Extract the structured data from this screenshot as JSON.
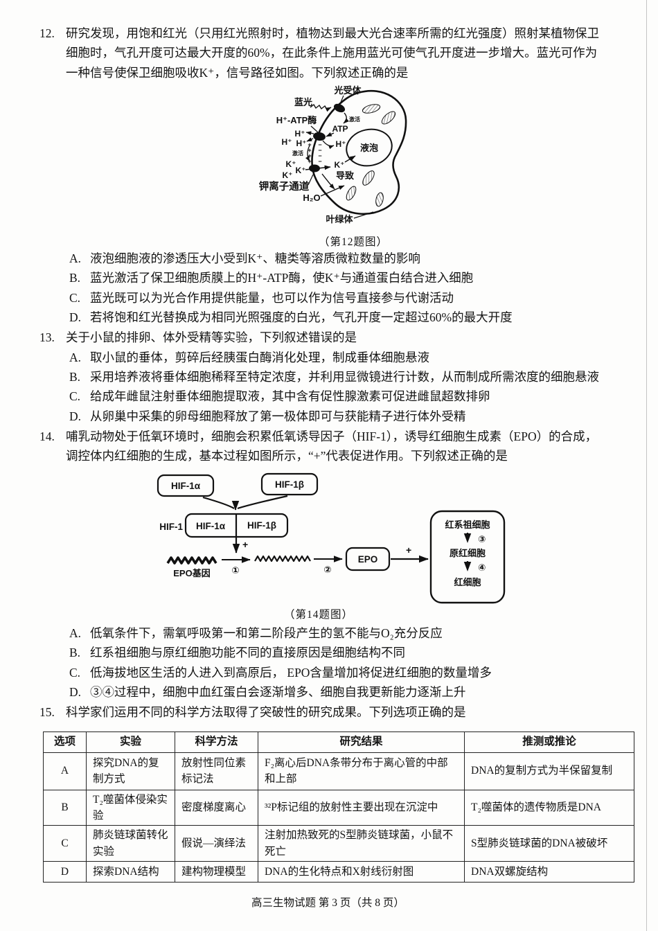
{
  "page": {
    "footer": "高三生物试题 第 3 页（共 8 页）"
  },
  "q12": {
    "number": "12.",
    "stem": "研究发现，用饱和红光（只用红光照射时，植物达到最大光合速率所需的红光强度）照射某植物保卫细胞时，气孔开度可达最大开度的60%，在此条件上施用蓝光可使气孔开度进一步增大。蓝光可作为一种信号使保卫细胞吸收K⁺，信号路径如图。下列叙述正确的是",
    "figure": {
      "caption": "（第12题图）",
      "labels": {
        "blue_light": "蓝光",
        "photoreceptor": "光受体",
        "activate": "激活",
        "h_atpase": "H⁺-ATP酶",
        "atp": "ATP",
        "h_ion": "H⁺",
        "k_ion": "K⁺",
        "plus": "+",
        "minus": "−",
        "k_channel": "钾离子通道",
        "leads_to": "导致",
        "water": "H₂O",
        "vacuole": "液泡",
        "chloroplast": "叶绿体"
      }
    },
    "options": [
      {
        "label": "A.",
        "text": "液泡细胞液的渗透压大小受到K⁺、糖类等溶质微粒数量的影响"
      },
      {
        "label": "B.",
        "text": "蓝光激活了保卫细胞质膜上的H⁺-ATP酶，使K⁺与通道蛋白结合进入细胞"
      },
      {
        "label": "C.",
        "text": "蓝光既可以为光合作用提供能量，也可以作为信号直接参与代谢活动"
      },
      {
        "label": "D.",
        "text": "若将饱和红光替换成为相同光照强度的白光，气孔开度一定超过60%的最大开度"
      }
    ]
  },
  "q13": {
    "number": "13.",
    "stem": "关于小鼠的排卵、体外受精等实验，下列叙述错误的是",
    "options": [
      {
        "label": "A.",
        "text": "取小鼠的垂体，剪碎后经胰蛋白酶消化处理，制成垂体细胞悬液"
      },
      {
        "label": "B.",
        "text": "采用培养液将垂体细胞稀释至特定浓度，并利用显微镜进行计数，从而制成所需浓度的细胞悬液"
      },
      {
        "label": "C.",
        "text": "给成年雌鼠注射垂体细胞提取液，其中含有促性腺激素可促进雌鼠超数排卵"
      },
      {
        "label": "D.",
        "text": "从卵巢中采集的卵母细胞释放了第一极体即可与获能精子进行体外受精"
      }
    ]
  },
  "q14": {
    "number": "14.",
    "stem": "哺乳动物处于低氧环境时，细胞会积累低氧诱导因子（HIF-1），诱导红细胞生成素（EPO）的合成，调控体内红细胞的生成，基本过程如图所示，“+”代表促进作用。下列叙述正确的是",
    "figure": {
      "caption": "（第14题图）",
      "labels": {
        "hif1a": "HIF-1α",
        "hif1b": "HIF-1β",
        "hif1": "HIF-1",
        "plus": "+",
        "epo_gene": "EPO基因",
        "epo": "EPO",
        "step1": "①",
        "step2": "②",
        "step3": "③",
        "step4": "④",
        "cell_progenitor": "红系祖细胞",
        "cell_proerythroblast": "原红细胞",
        "cell_erythrocyte": "红细胞"
      }
    },
    "options": [
      {
        "label": "A.",
        "text": "低氧条件下，需氧呼吸第一和第二阶段产生的氢不能与O₂充分反应"
      },
      {
        "label": "B.",
        "text": "红系祖细胞与原红细胞功能不同的直接原因是细胞结构不同"
      },
      {
        "label": "C.",
        "text": "低海拔地区生活的人进入到高原后， EPO含量增加将促进红细胞的数量增多"
      },
      {
        "label": "D.",
        "text": "③④过程中，细胞中血红蛋白会逐渐增多、细胞自我更新能力逐渐上升"
      }
    ]
  },
  "q15": {
    "number": "15.",
    "stem": "科学家们运用不同的科学方法取得了突破性的研究成果。下列选项正确的是",
    "table": {
      "headers": [
        "选项",
        "实验",
        "科学方法",
        "研究结果",
        "推测或推论"
      ],
      "rows": [
        [
          "A",
          "探究DNA的复制方式",
          "放射性同位素标记法",
          "F₂离心后DNA条带分布于离心管的中部和上部",
          "DNA的复制方式为半保留复制"
        ],
        [
          "B",
          "T₂噬菌体侵染实验",
          "密度梯度离心",
          "³²P标记组的放射性主要出现在沉淀中",
          "T₂噬菌体的遗传物质是DNA"
        ],
        [
          "C",
          "肺炎链球菌转化实验",
          "假说—演绎法",
          "注射加热致死的S型肺炎链球菌，小鼠不死亡",
          "S型肺炎链球菌的DNA被破坏"
        ],
        [
          "D",
          "探索DNA结构",
          "建构物理模型",
          "DNA的生化特点和X射线衍射图",
          "DNA双螺旋结构"
        ]
      ]
    }
  }
}
